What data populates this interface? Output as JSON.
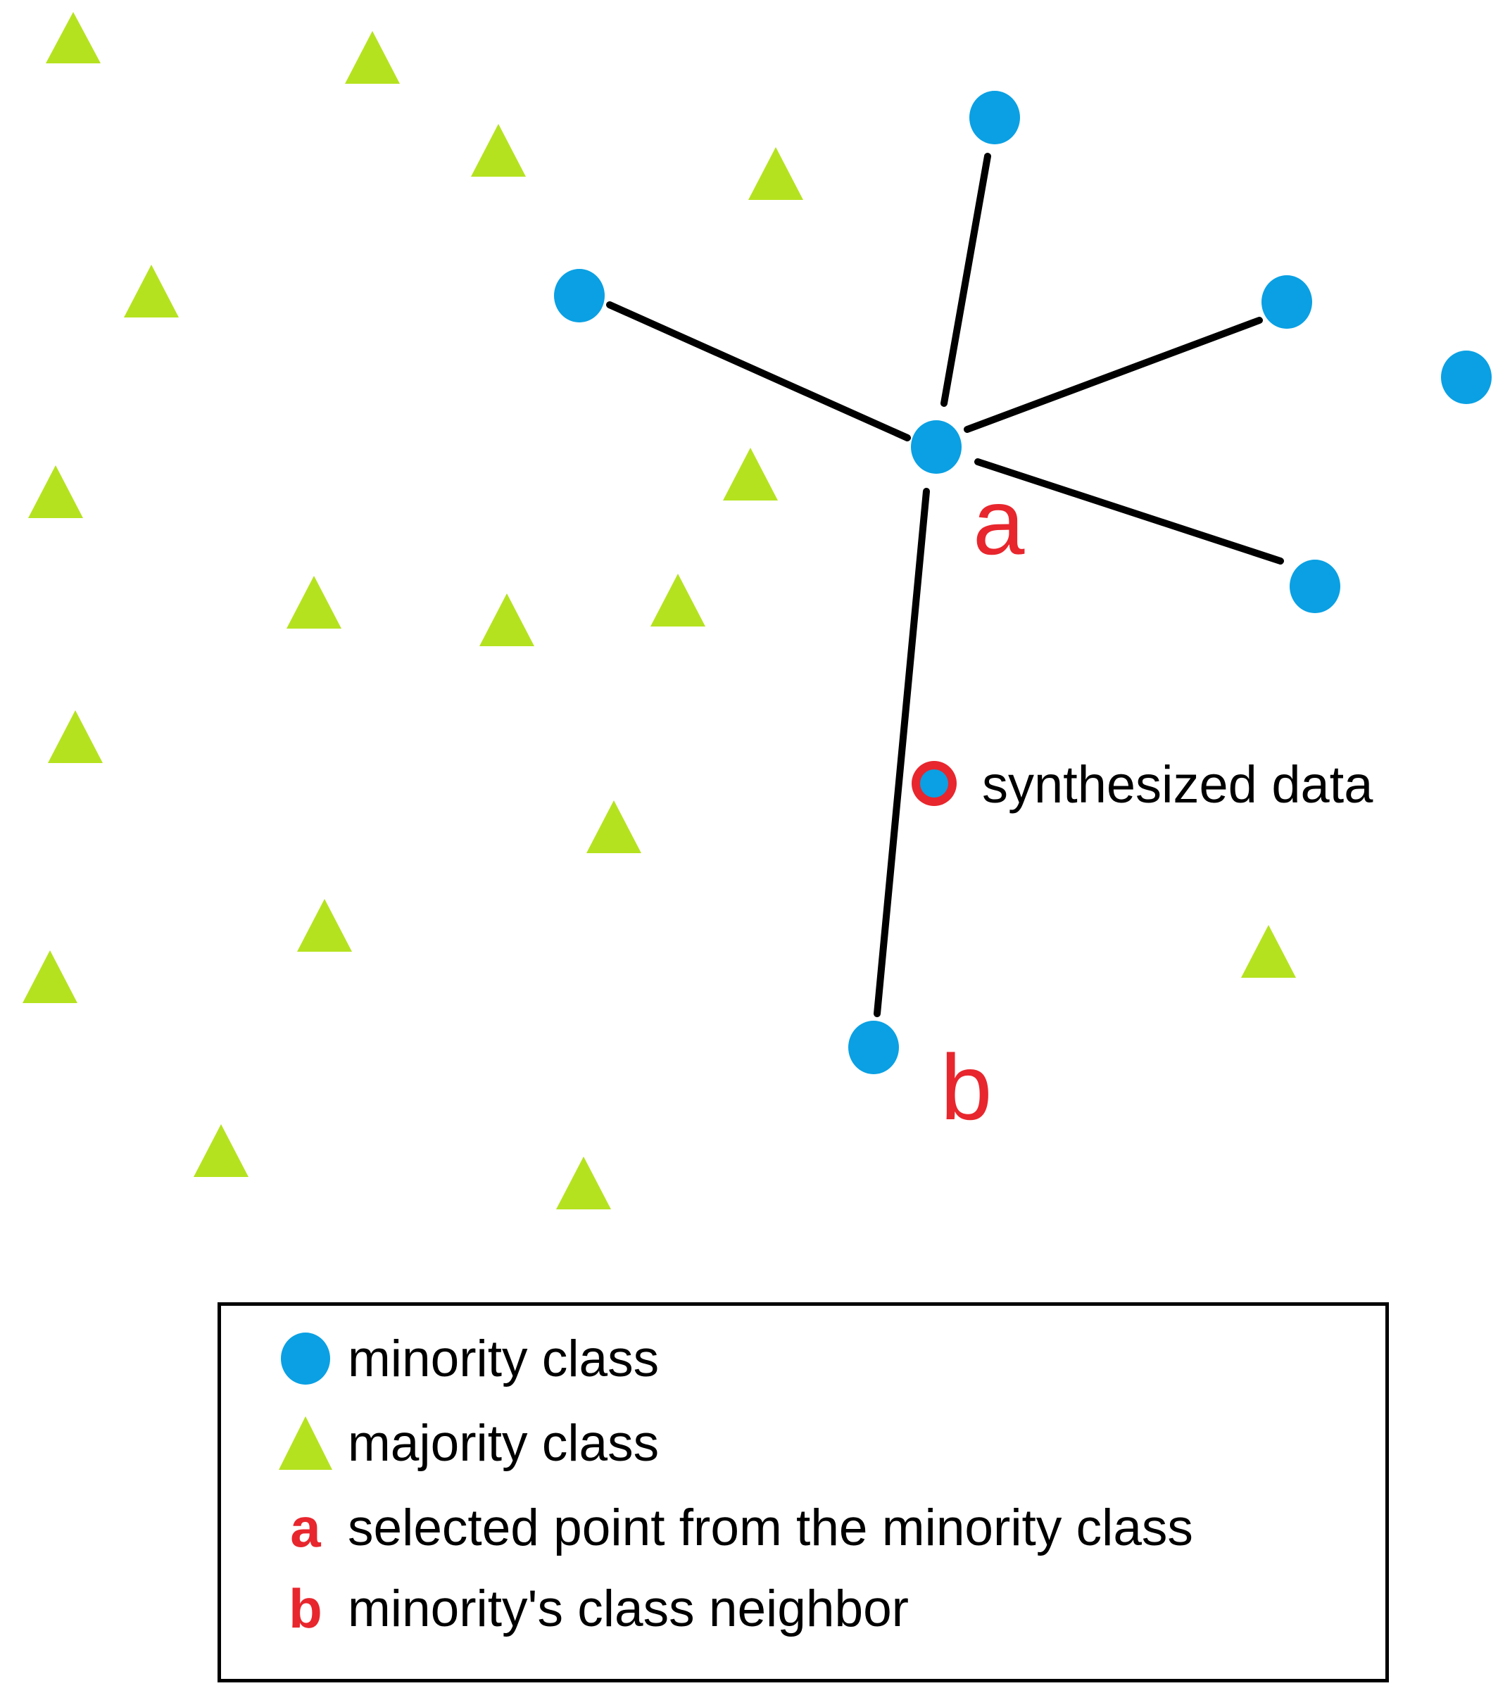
{
  "colors": {
    "minority": "#0aa0e3",
    "majority": "#b5e21f",
    "accent_red": "#e8262d",
    "line": "#000000"
  },
  "labels": {
    "point_a": "a",
    "point_b": "b",
    "synthesized": "synthesized data"
  },
  "legend": {
    "minority_label": "minority class",
    "majority_label": "majority class",
    "a_letter": "a",
    "a_label": "selected point from the minority class",
    "b_letter": "b",
    "b_label": "minority's class neighbor"
  }
}
